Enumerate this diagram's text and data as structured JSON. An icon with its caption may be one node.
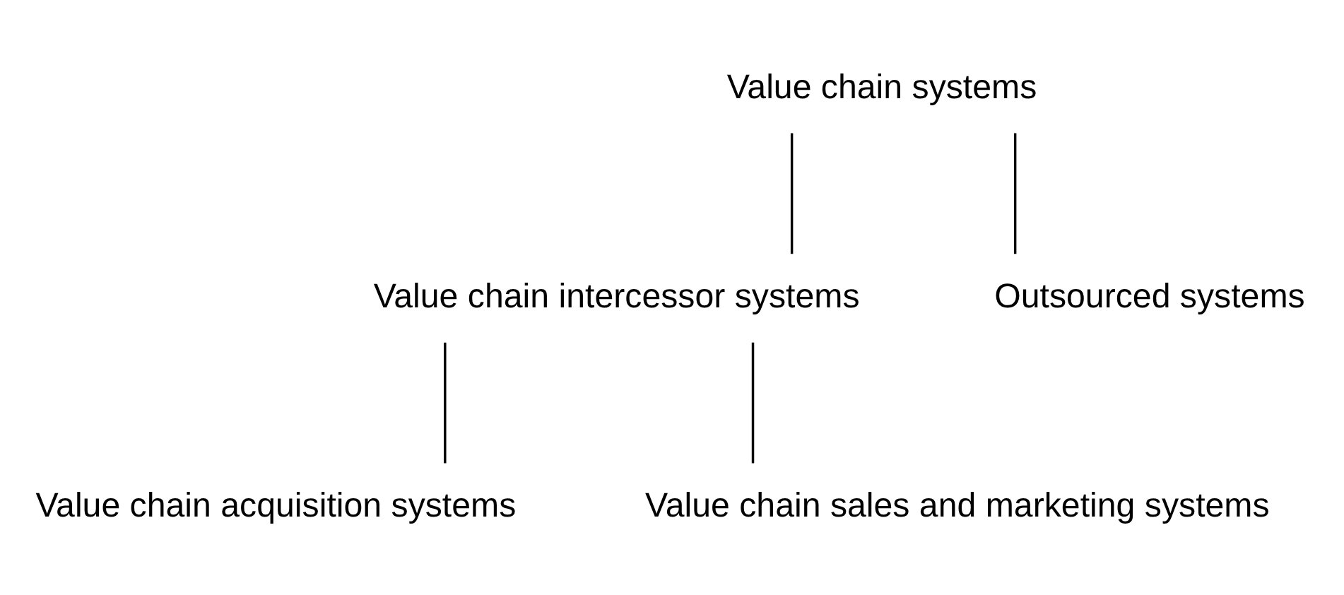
{
  "diagram": {
    "nodes": [
      {
        "text": [
          "Value chain systems"
        ]
      },
      {
        "text": [
          "Value chain intercessor systems"
        ]
      },
      {
        "text": [
          "Outsourced systems"
        ]
      },
      {
        "text": [
          "Value chain acquisition systems"
        ]
      },
      {
        "text": [
          "Value chain sales and marketing systems"
        ]
      }
    ],
    "edges": [
      {
        "from": 0,
        "to": 1,
        "arrow": "none"
      },
      {
        "from": 0,
        "to": 2,
        "arrow": "none"
      },
      {
        "from": 1,
        "to": 3,
        "arrow": "none"
      },
      {
        "from": 1,
        "to": 4,
        "arrow": "none"
      }
    ]
  }
}
